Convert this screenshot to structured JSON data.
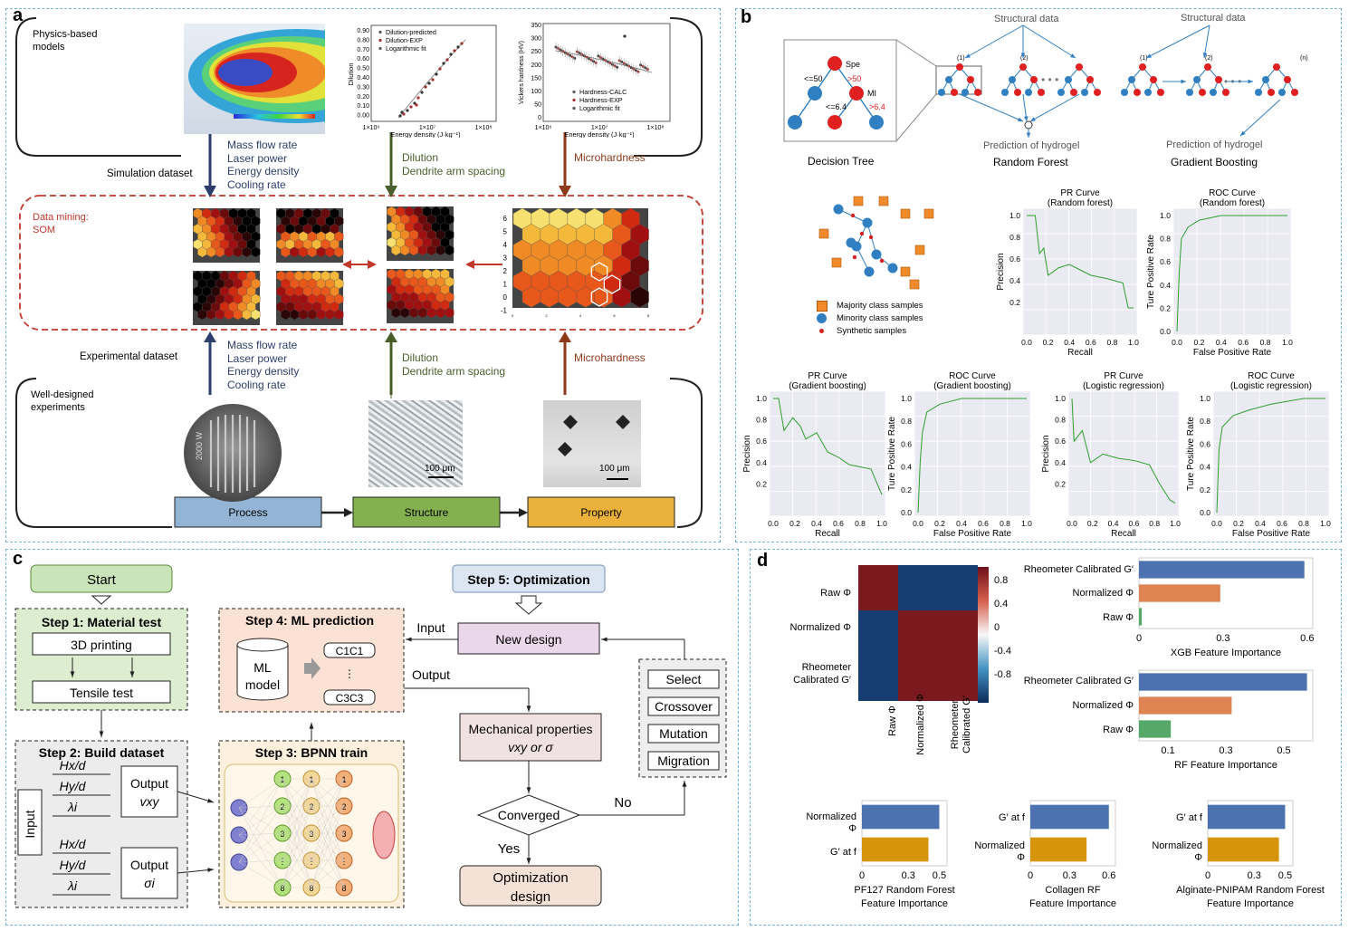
{
  "panels": {
    "a": "a",
    "b": "b",
    "c": "c",
    "d": "d"
  },
  "a": {
    "physics_label": [
      "Physics-based",
      "models"
    ],
    "sim_dataset": "Simulation dataset",
    "exp_dataset": "Experimental dataset",
    "well_label": [
      "Well-designed",
      "experiments"
    ],
    "som_label": [
      "Data mining:",
      "SOM"
    ],
    "params": [
      "Mass flow rate",
      "Laser power",
      "Energy density",
      "Cooling rate"
    ],
    "dilution": [
      "Dilution",
      "Dendrite arm spacing"
    ],
    "micro": "Microhardness",
    "boxes": [
      "Process",
      "Structure",
      "Property"
    ],
    "chart1": {
      "legend": [
        "Dilution-predicted",
        "Dilution-EXP",
        "Logarithmic fit"
      ],
      "ylabel": "Dilution",
      "xlabel": "Energy density (J·kg⁻¹)",
      "yticks": [
        "0.90",
        "0.80",
        "0.70",
        "0.60",
        "0.50",
        "0.40",
        "0.30",
        "0.20",
        "0.10",
        "0.00"
      ],
      "xticks": [
        "1×10⁶",
        "1×10⁷",
        "1×10⁸"
      ]
    },
    "chart2": {
      "legend": [
        "Hardness-CALC",
        "Hardness-EXP",
        "Logarithmic fit"
      ],
      "ylabel": "Vickers hardness (HV)",
      "xlabel": "Energy density (J·kg⁻¹)",
      "yticks": [
        "350",
        "300",
        "250",
        "200",
        "150",
        "100",
        "50",
        "0"
      ],
      "xticks": [
        "1×10⁶",
        "1×10⁷",
        "1×10⁸"
      ]
    },
    "scale": "100 μm",
    "sample_text": "2000 W"
  },
  "b": {
    "structural": "Structural data",
    "tree_nodes": [
      "Spe",
      "<=50",
      ">50",
      "MI",
      "<=6.4",
      ">6.4"
    ],
    "labels": [
      "Decision Tree",
      "Random Forest",
      "Gradient Boosting"
    ],
    "prediction": "Prediction of hydrogel",
    "idx": [
      "(1)",
      "(2)",
      "(n)"
    ],
    "legend": [
      "Majority class samples",
      "Minority class samples",
      "Synthetic samples"
    ],
    "plots": [
      {
        "title": [
          "PR Curve",
          "(Random forest)"
        ],
        "xlabel": "Recall",
        "ylabel": "Precision"
      },
      {
        "title": [
          "ROC Curve",
          "(Random forest)"
        ],
        "xlabel": "False Positive Rate",
        "ylabel": "Ture Positive Rate"
      },
      {
        "title": [
          "PR Curve",
          "(Gradient boosting)"
        ],
        "xlabel": "Recall",
        "ylabel": "Precision"
      },
      {
        "title": [
          "ROC Curve",
          "(Gradient boosting)"
        ],
        "xlabel": "False Positive Rate",
        "ylabel": "Ture Positive Rate"
      },
      {
        "title": [
          "PR Curve",
          "(Logistic regression)"
        ],
        "xlabel": "Recall",
        "ylabel": "Precision"
      },
      {
        "title": [
          "ROC Curve",
          "(Logistic regression)"
        ],
        "xlabel": "False Positive Rate",
        "ylabel": "Ture Positive Rate"
      }
    ],
    "xticks": [
      "0.0",
      "0.2",
      "0.4",
      "0.6",
      "0.8",
      "1.0"
    ],
    "pr_yticks": [
      "1.0",
      "0.8",
      "0.6",
      "0.4",
      "0.2"
    ],
    "roc_yticks": [
      "1.0",
      "0.8",
      "0.6",
      "0.4",
      "0.2",
      "0.0"
    ]
  },
  "c": {
    "start": "Start",
    "step1": "Step 1: Material test",
    "printing": "3D printing",
    "tensile": "Tensile test",
    "step2": "Step 2: Build dataset",
    "input": "Input",
    "output": "Output",
    "step3": "Step 3: BPNN train",
    "step4": "Step 4: ML prediction",
    "ml": [
      "ML",
      "model"
    ],
    "c1": "C1C1",
    "c3": "C3C3",
    "step5": "Step 5: Optimization",
    "newdesign": "New design",
    "mech": "Mechanical properties",
    "conv": "Converged",
    "no": "No",
    "yes": "Yes",
    "opt": [
      "Optimization",
      "design"
    ],
    "ga": [
      "Select",
      "Crossover",
      "Mutation",
      "Migration"
    ]
  },
  "d": {
    "hm_rows": [
      "Raw Φ",
      "Normalized Φ",
      "Rheometer",
      "Calibrated G′"
    ],
    "hm_cols": [
      "Raw Φ",
      "Normalized Φ",
      "Rheometer Calibrated G′"
    ],
    "cbar": [
      "0.8",
      "0.4",
      "0",
      "-0.4",
      "-0.8"
    ],
    "xgb": {
      "labels": [
        "Rheometer Calibrated G′",
        "Normalized Φ",
        "Raw Φ"
      ],
      "values": [
        0.59,
        0.29,
        0.01
      ],
      "ticks": [
        "0",
        "0.3",
        "0.6"
      ],
      "title": "XGB Feature Importance"
    },
    "rf": {
      "labels": [
        "Rheometer Calibrated G′",
        "Normalized Φ",
        "Raw Φ"
      ],
      "values": [
        0.58,
        0.32,
        0.11
      ],
      "ticks": [
        "0.1",
        "0.3",
        "0.5"
      ],
      "title": "RF Feature Importance"
    },
    "small": [
      {
        "labels": [
          "Normalized",
          "Φ",
          "G′ at f"
        ],
        "values": [
          0.5,
          0.43
        ],
        "ticks": [
          "0",
          "0.3",
          "0.5"
        ],
        "title": [
          "PF127 Random Forest",
          "Feature Importance"
        ]
      },
      {
        "labels": [
          "G′ at f",
          "Normalized",
          "Φ"
        ],
        "values": [
          0.6,
          0.43
        ],
        "ticks": [
          "0",
          "0.3",
          "0.6"
        ],
        "title": [
          "Collagen RF",
          "Feature Importance"
        ]
      },
      {
        "labels": [
          "G′ at f",
          "Normalized",
          "Φ"
        ],
        "values": [
          0.5,
          0.46
        ],
        "ticks": [
          "0",
          "0.3",
          "0.5"
        ],
        "title": [
          "Alginate-PNIPAM Random Forest",
          "Feature Importance"
        ]
      }
    ],
    "colors": {
      "blue": "#4c72b0",
      "orange": "#dd8452",
      "green": "#55a868",
      "gold": "#d6940a"
    }
  }
}
